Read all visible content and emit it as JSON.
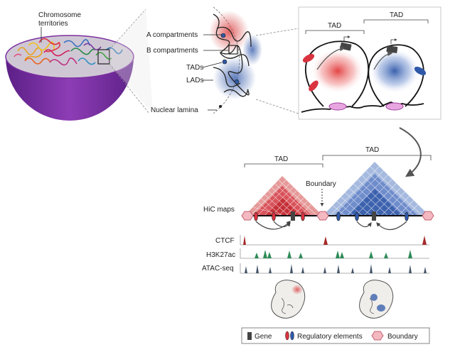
{
  "labels": {
    "chromosome_territories_1": "Chromosome",
    "chromosome_territories_2": "territories",
    "a_compartments": "A compartments",
    "b_compartments": "B compartments",
    "tads": "TADs",
    "lads": "LADs",
    "nuclear_lamina": "Nuclear lamina",
    "tad_top_left": "TAD",
    "tad_top_right": "TAD",
    "tad_hic_left": "TAD",
    "tad_hic_right": "TAD",
    "boundary": "Boundary",
    "hic_maps": "HiC maps",
    "ctcf": "CTCF",
    "h3k27ac": "H3K27ac",
    "atac_seq": "ATAC-seq"
  },
  "legend": {
    "gene": "Gene",
    "regulatory_elements": "Regulatory elements",
    "boundary": "Boundary"
  },
  "colors": {
    "red_domain": "#d9333f",
    "blue_domain": "#2f58a8",
    "ctcf_track": "#a42a2a",
    "h3k27ac_track": "#2e8b57",
    "atac_track": "#44546a",
    "boundary_fill": "#f4b8c0",
    "nucleus_purple": "#7b2ea0"
  }
}
